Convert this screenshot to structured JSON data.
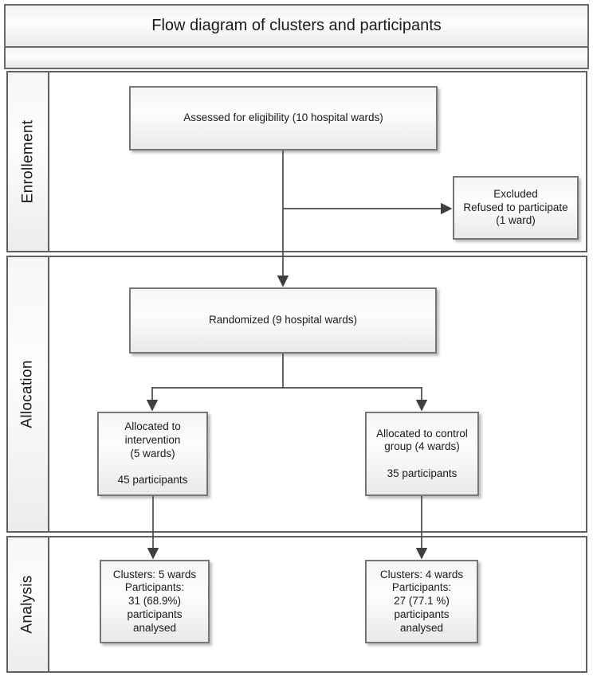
{
  "title": "Flow diagram of clusters and participants",
  "sections": {
    "enrollment": {
      "label": "Enrollement"
    },
    "allocation": {
      "label": "Allocation"
    },
    "analysis": {
      "label": "Analysis"
    }
  },
  "boxes": {
    "assessed": "Assessed for eligibility (10 hospital wards)",
    "excluded": "Excluded\nRefused to participate\n(1 ward)",
    "randomized": "Randomized (9 hospital wards)",
    "allocated_intervention": "Allocated to\nintervention\n(5 wards)\n\n45 participants",
    "allocated_control": "Allocated to control\ngroup (4 wards)\n\n35 participants",
    "analysed_intervention": "Clusters: 5 wards\nParticipants:\n31 (68.9%)\nparticipants\nanalysed",
    "analysed_control": "Clusters: 4 wards\nParticipants:\n27 (77.1 %)\nparticipants\nanalysed"
  },
  "colors": {
    "frame_border": "#606060",
    "box_border": "#767676",
    "connector_line": "#4a4a4a",
    "fill_light": "#fdfdfd",
    "fill_shade": "#e9e9e9",
    "text": "#1a1a1a"
  }
}
